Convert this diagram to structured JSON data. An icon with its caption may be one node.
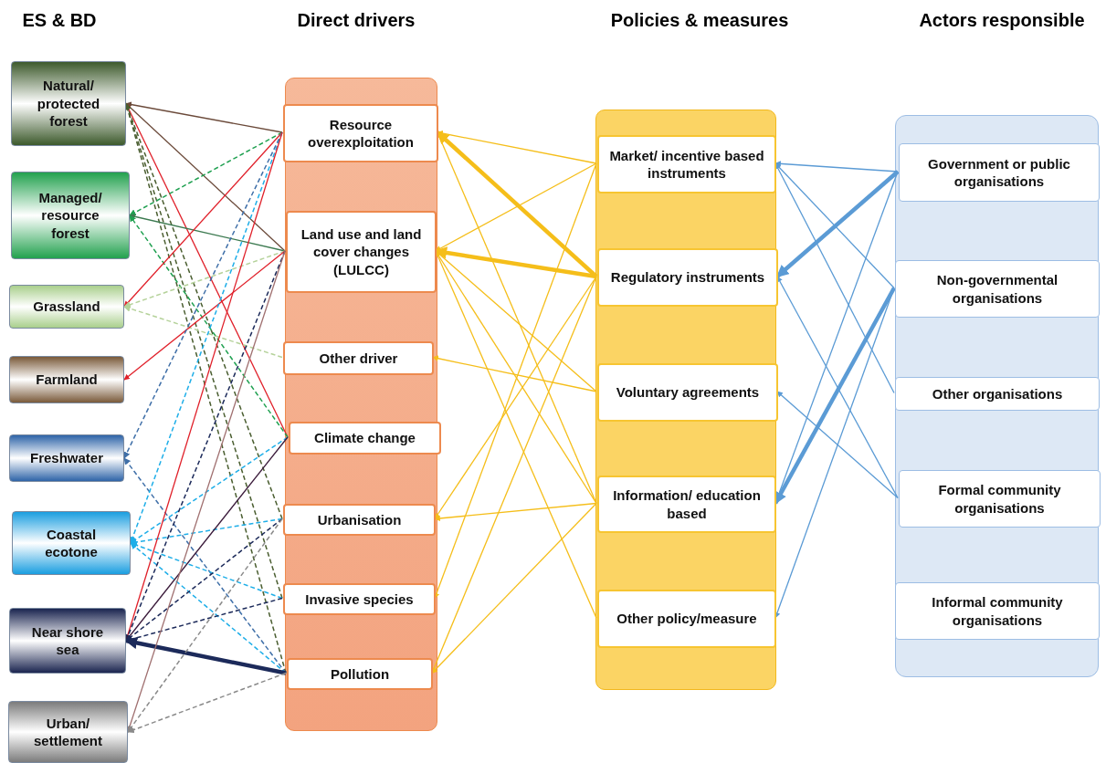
{
  "diagram": {
    "nodes": [
      {
        "text": [
          "Natural/ protected forest"
        ]
      },
      {
        "text": [
          "Managed/ resource forest"
        ]
      },
      {
        "text": [
          "Grassland"
        ]
      },
      {
        "text": [
          "Farmland"
        ]
      },
      {
        "text": [
          "Freshwater"
        ]
      },
      {
        "text": [
          "Coastal ecotone"
        ]
      },
      {
        "text": [
          "Near shore sea"
        ]
      },
      {
        "text": [
          "Urban/ settlement"
        ]
      },
      {
        "text": [],
        "shape": "bar"
      },
      {
        "text": [
          "Resource overexploitation"
        ],
        "in": 8
      },
      {
        "text": [
          "Land use and land cover changes (LULCC)"
        ],
        "in": 8
      },
      {
        "text": [
          "Other driver"
        ],
        "in": 8
      },
      {
        "text": [
          "Climate change"
        ],
        "in": 8
      },
      {
        "text": [
          "Urbanisation"
        ],
        "in": 8
      },
      {
        "text": [
          "Invasive species"
        ],
        "in": 8
      },
      {
        "text": [
          "Pollution"
        ],
        "in": 8
      },
      {
        "text": [],
        "shape": "bar"
      },
      {
        "text": [
          "Market/ incentive based instruments"
        ],
        "in": 16
      },
      {
        "text": [
          "Regulatory instruments"
        ],
        "in": 16
      },
      {
        "text": [
          "Voluntary agreements"
        ],
        "in": 16
      },
      {
        "text": [
          "Information/ education based"
        ],
        "in": 16
      },
      {
        "text": [
          "Other policy/measure"
        ],
        "in": 16
      },
      {
        "text": [],
        "shape": "bar"
      },
      {
        "text": [
          "Government or public organisations"
        ],
        "in": 22
      },
      {
        "text": [
          "Non-governmental organisations"
        ],
        "in": 22
      },
      {
        "text": [
          "Other organisations"
        ],
        "in": 22
      },
      {
        "text": [
          "Formal community organisations"
        ],
        "in": 22
      },
      {
        "text": [
          "Informal community organisations"
        ],
        "in": 22
      }
    ],
    "edges": [
      {
        "from": 9,
        "to": 0,
        "arrow": "to",
        "color": "#6b4a3a"
      },
      {
        "from": 10,
        "to": 0,
        "arrow": "to",
        "color": "#6b4a3a"
      },
      {
        "from": 12,
        "to": 0,
        "arrow": "to",
        "color": "#e0202a"
      },
      {
        "from": 13,
        "to": 0,
        "arrow": "to",
        "style": "dashed",
        "color": "#4a5e30"
      },
      {
        "from": 14,
        "to": 0,
        "arrow": "to",
        "style": "dashed",
        "color": "#4a5e30"
      },
      {
        "from": 15,
        "to": 0,
        "arrow": "to",
        "style": "dashed",
        "color": "#4a5e30"
      },
      {
        "from": 9,
        "to": 1,
        "arrow": "to",
        "style": "dashed",
        "color": "#1fa050"
      },
      {
        "from": 10,
        "to": 1,
        "arrow": "to",
        "color": "#3c7a50"
      },
      {
        "from": 12,
        "to": 1,
        "arrow": "to",
        "style": "dashed",
        "color": "#1fa050"
      },
      {
        "from": 9,
        "to": 2,
        "arrow": "to",
        "color": "#e0202a"
      },
      {
        "from": 10,
        "to": 2,
        "arrow": "to",
        "style": "dashed",
        "color": "#b5d29a"
      },
      {
        "from": 11,
        "to": 2,
        "arrow": "to",
        "style": "dashed",
        "color": "#b5d29a"
      },
      {
        "from": 10,
        "to": 3,
        "arrow": "to",
        "color": "#e0202a"
      },
      {
        "from": 9,
        "to": 4,
        "arrow": "to",
        "style": "dashed",
        "color": "#3f6fa8"
      },
      {
        "from": 15,
        "to": 4,
        "arrow": "to",
        "style": "dashed",
        "color": "#3f6fa8"
      },
      {
        "from": 9,
        "to": 5,
        "arrow": "to",
        "style": "dashed",
        "color": "#1eaee8"
      },
      {
        "from": 12,
        "to": 5,
        "arrow": "to",
        "style": "dashed",
        "color": "#1eaee8"
      },
      {
        "from": 13,
        "to": 5,
        "arrow": "to",
        "style": "dashed",
        "color": "#1eaee8"
      },
      {
        "from": 14,
        "to": 5,
        "arrow": "to",
        "style": "dashed",
        "color": "#1eaee8"
      },
      {
        "from": 15,
        "to": 5,
        "arrow": "to",
        "style": "dashed",
        "color": "#1eaee8"
      },
      {
        "from": 9,
        "to": 6,
        "arrow": "to",
        "color": "#e0202a"
      },
      {
        "from": 10,
        "to": 6,
        "arrow": "to",
        "style": "dashed",
        "color": "#1c2a5a"
      },
      {
        "from": 12,
        "to": 6,
        "arrow": "to",
        "color": "#3a1a3a"
      },
      {
        "from": 13,
        "to": 6,
        "arrow": "to",
        "style": "dashed",
        "color": "#1c2a5a"
      },
      {
        "from": 14,
        "to": 6,
        "arrow": "to",
        "style": "dashed",
        "color": "#1c2a5a"
      },
      {
        "from": 15,
        "to": 6,
        "arrow": "to",
        "style": "thick",
        "color": "#1c2a5a"
      },
      {
        "from": 10,
        "to": 7,
        "arrow": "to",
        "color": "#a07070"
      },
      {
        "from": 13,
        "to": 7,
        "arrow": "to",
        "style": "dashed",
        "color": "#8a8a8a"
      },
      {
        "from": 15,
        "to": 7,
        "arrow": "to",
        "style": "dashed",
        "color": "#8a8a8a"
      },
      {
        "from": 17,
        "to": 9,
        "arrow": "to",
        "color": "#f5be1a"
      },
      {
        "from": 17,
        "to": 10,
        "arrow": "to",
        "color": "#f5be1a"
      },
      {
        "from": 17,
        "to": 14,
        "arrow": "to",
        "color": "#f5be1a"
      },
      {
        "from": 18,
        "to": 9,
        "arrow": "to",
        "style": "thick",
        "color": "#f5be1a"
      },
      {
        "from": 18,
        "to": 10,
        "arrow": "to",
        "style": "thick",
        "color": "#f5be1a"
      },
      {
        "from": 18,
        "to": 13,
        "arrow": "to",
        "color": "#f5be1a"
      },
      {
        "from": 18,
        "to": 15,
        "arrow": "to",
        "color": "#f5be1a"
      },
      {
        "from": 19,
        "to": 10,
        "arrow": "to",
        "color": "#f5be1a"
      },
      {
        "from": 19,
        "to": 11,
        "arrow": "to",
        "color": "#f5be1a"
      },
      {
        "from": 20,
        "to": 9,
        "arrow": "to",
        "color": "#f5be1a"
      },
      {
        "from": 20,
        "to": 10,
        "arrow": "to",
        "color": "#f5be1a"
      },
      {
        "from": 20,
        "to": 13,
        "arrow": "to",
        "color": "#f5be1a"
      },
      {
        "from": 20,
        "to": 15,
        "arrow": "to",
        "color": "#f5be1a"
      },
      {
        "from": 21,
        "to": 10,
        "arrow": "to",
        "color": "#f5be1a"
      },
      {
        "from": 23,
        "to": 17,
        "arrow": "to",
        "color": "#5b9bd5"
      },
      {
        "from": 23,
        "to": 18,
        "arrow": "to",
        "style": "thick",
        "color": "#5b9bd5"
      },
      {
        "from": 23,
        "to": 20,
        "arrow": "to",
        "color": "#5b9bd5"
      },
      {
        "from": 24,
        "to": 17,
        "arrow": "to",
        "color": "#5b9bd5"
      },
      {
        "from": 24,
        "to": 20,
        "arrow": "to",
        "style": "thick",
        "color": "#5b9bd5"
      },
      {
        "from": 24,
        "to": 21,
        "arrow": "to",
        "color": "#5b9bd5"
      },
      {
        "from": 25,
        "to": 17,
        "arrow": "to",
        "color": "#5b9bd5"
      },
      {
        "from": 26,
        "to": 18,
        "arrow": "to",
        "color": "#5b9bd5"
      },
      {
        "from": 26,
        "to": 19,
        "arrow": "to",
        "color": "#5b9bd5"
      }
    ],
    "labels": [
      "ES & BD",
      "Direct drivers",
      "Policies & measures",
      "Actors responsible"
    ]
  }
}
